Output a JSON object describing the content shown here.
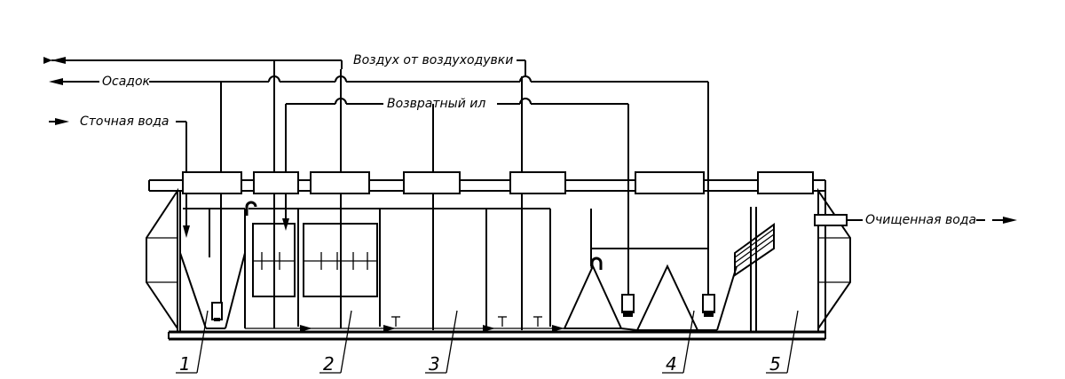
{
  "labels": {
    "air": "Воздух от воздуходувки",
    "sludge": "Осадок",
    "wastewater": "Сточная вода",
    "return_sludge": "Возвратный ил",
    "treated_water": "Очищенная вода"
  },
  "zones": [
    "1",
    "2",
    "3",
    "4",
    "5"
  ]
}
